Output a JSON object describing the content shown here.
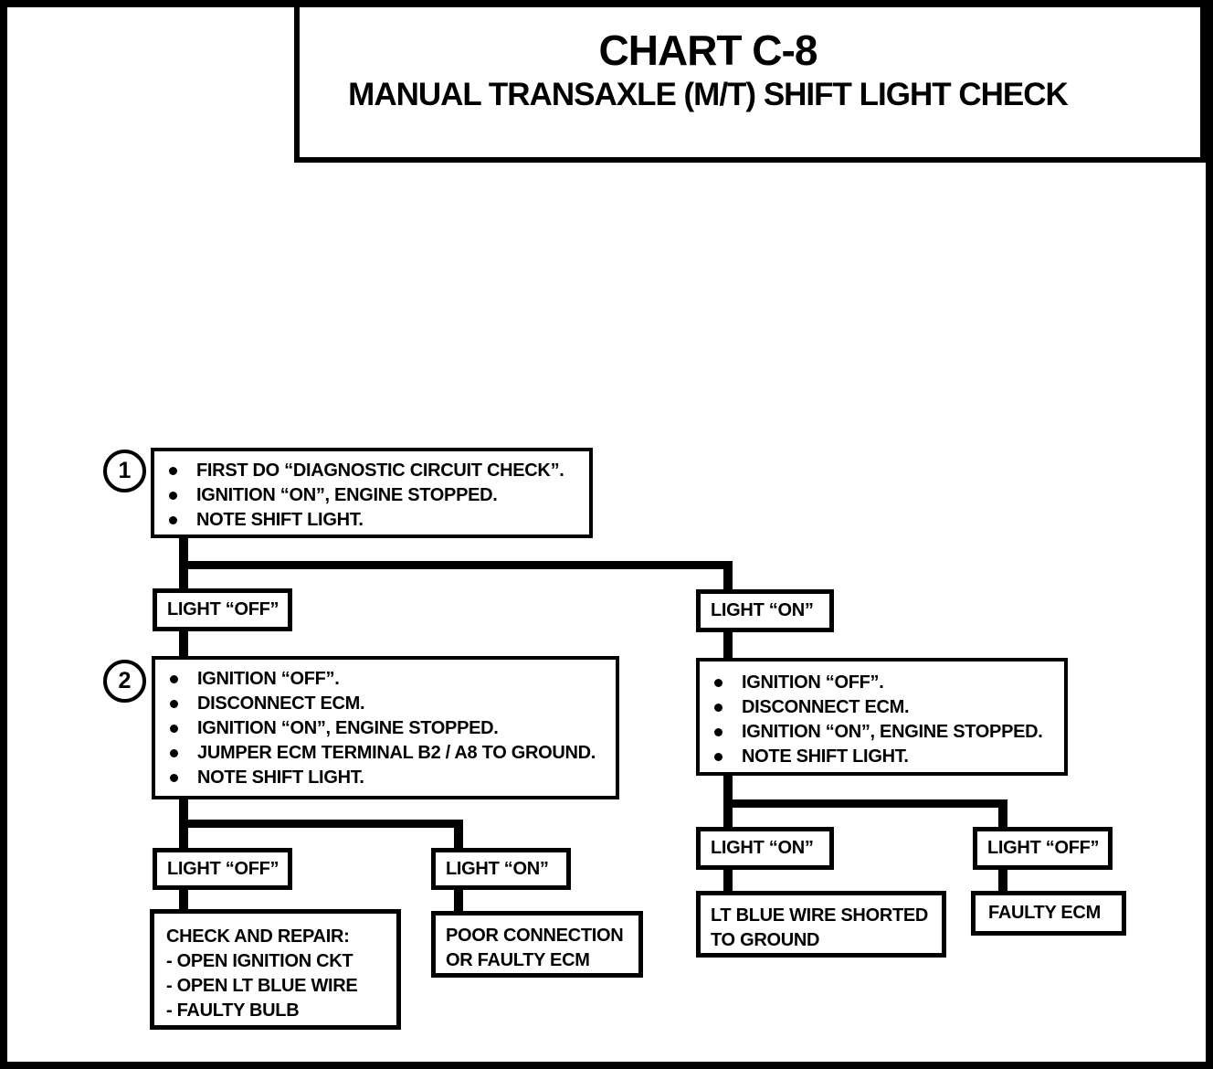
{
  "title": {
    "line1": "CHART C-8",
    "line2": "MANUAL TRANSAXLE (M/T) SHIFT LIGHT CHECK"
  },
  "colors": {
    "ink": "#000000",
    "paper": "#ffffff"
  },
  "nodes": {
    "step1": {
      "number": "1",
      "bullets": [
        "FIRST DO “DIAGNOSTIC CIRCUIT CHECK”.",
        "IGNITION “ON”, ENGINE STOPPED.",
        "NOTE SHIFT LIGHT."
      ]
    },
    "light_off_left1": {
      "label": "LIGHT “OFF”"
    },
    "light_on_right1": {
      "label": "LIGHT “ON”"
    },
    "step2": {
      "number": "2",
      "bullets": [
        "IGNITION “OFF”.",
        "DISCONNECT ECM.",
        "IGNITION “ON”, ENGINE STOPPED.",
        "JUMPER ECM TERMINAL B2 / A8 TO GROUND.",
        "NOTE SHIFT LIGHT."
      ]
    },
    "step_right": {
      "bullets": [
        "IGNITION “OFF”.",
        "DISCONNECT ECM.",
        "IGNITION “ON”, ENGINE STOPPED.",
        "NOTE SHIFT LIGHT."
      ]
    },
    "light_off_left2": {
      "label": "LIGHT “OFF”"
    },
    "light_on_left3": {
      "label": "LIGHT “ON”"
    },
    "light_on_right2": {
      "label": "LIGHT “ON”"
    },
    "light_off_right3": {
      "label": "LIGHT “OFF”"
    },
    "check_repair": {
      "lines": [
        "CHECK AND REPAIR:",
        "- OPEN IGNITION CKT",
        "- OPEN LT BLUE WIRE",
        "- FAULTY BULB"
      ]
    },
    "poor_connection": {
      "lines": [
        "POOR CONNECTION",
        "OR FAULTY ECM"
      ]
    },
    "lt_blue_shorted": {
      "lines": [
        "LT BLUE WIRE SHORTED",
        "TO GROUND"
      ]
    },
    "faulty_ecm": {
      "label": "FAULTY ECM"
    }
  }
}
